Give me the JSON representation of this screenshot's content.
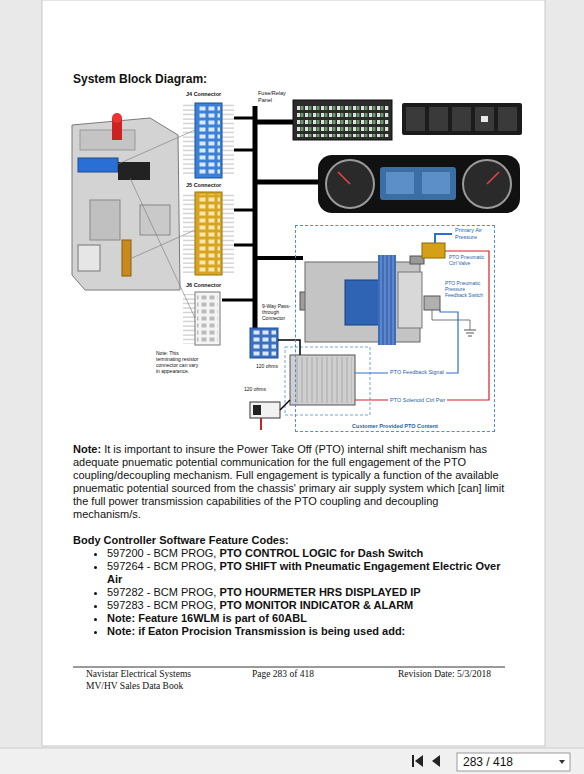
{
  "diagram": {
    "title": "System Block Diagram:",
    "nodes": [
      {
        "text": [
          "Customer Provided PTO Content"
        ]
      }
    ],
    "labels": [
      "J4 Connector",
      "J5 Connector",
      "J6 Connector",
      "Fuse/Relay Panel",
      "Primary Air Pressure",
      "PTO Pneumatic Ctrl Valve",
      "PTO Pneumatic Pressure Feedback Switch",
      "9-Way Pass-through Connector",
      "120 ohms",
      "120 ohms",
      "Note: This terminating resistor connector can vary in appearance.",
      "PTO Feedback Signal",
      "PTO Solenoid Ctrl Pwr",
      "Note:",
      "It is important to insure the Power Take Off (PTO) internal shift mechanism has adequate pnuematic potential communication for the full engagement of the PTO coupling/decoupling mechanism. Full engagement is typically a function of the available pnuematic potential sourced from the chassis' primary air supply system which [can] limit the full power transmission capabilities of the PTO coupling and decoupling mechanism/s.",
      "Body Controller Software Feature Codes:",
      "597200 - BCM PROG,",
      "PTO CONTROL LOGIC for Dash Switch",
      "597264 - BCM PROG,",
      "PTO SHIFT with Pneumatic Engagement Electric Over Air",
      "597282 - BCM PROG,",
      "PTO HOURMETER HRS DISPLAYED IP",
      "597283 - BCM PROG,",
      "PTO MONITOR INDICATOR & ALARM",
      "Note: Feature 16WLM is part of 60ABL",
      "Note: if Eaton Procision Transmission is being used add:",
      "Navistar Electrical Systems",
      "MV/HV Sales Data Book",
      "Page 283 of 418",
      "Revision Date: 5/3/2018",
      "283 / 418"
    ]
  }
}
